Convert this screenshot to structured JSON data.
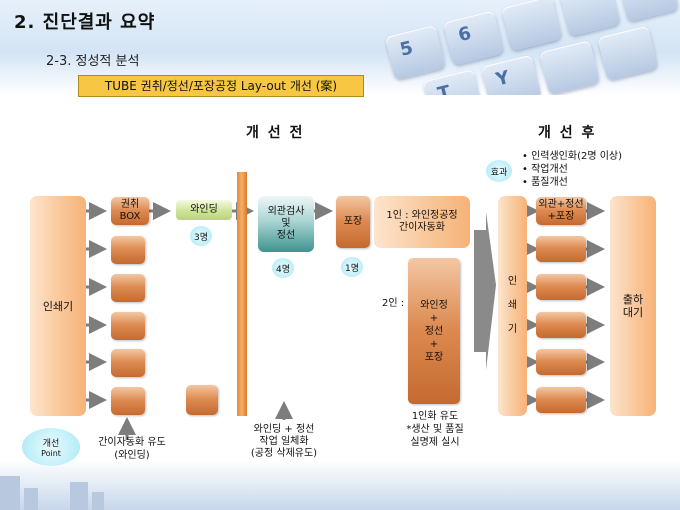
{
  "header": {
    "title": "2. 진단결과 요약",
    "subtitle": "2-3. 정성적 분석",
    "banner": "TUBE 권취/정선/포장공정 Lay-out 개선 (案)"
  },
  "before": {
    "heading": "개 선 전",
    "source": "인쇄기",
    "winding_box": "권취\nBOX",
    "winding": "와인딩",
    "winding_staff": "3명",
    "inspection": "외관검사\n및\n정선",
    "inspection_staff": "4명",
    "packing": "포장",
    "packing_staff": "1명",
    "merge_note": "와인딩 + 정선\n작업 일체화\n(공정 삭제유도)"
  },
  "improvement": {
    "point_badge_line1": "개선",
    "point_badge_line2": "Point",
    "point_text": "간이자동화 유도\n(와인딩)",
    "one_person": "1인 : 와인정공정\n간이자동화",
    "two_person_label": "2인 :",
    "two_person_box": "와인정\n+\n정선\n+\n포장",
    "unmanned_note": "1인화 유도\n*생산 및 품질\n실명제 실시"
  },
  "after": {
    "heading": "개 선 후",
    "effect_badge": "효과",
    "effects": [
      "• 인력생인화(2명 이상)",
      "• 작업개선",
      "• 품질개선"
    ],
    "machine": "인\n\n쇄\n\n기",
    "combined": "외관+정선\n+포장",
    "shipping": "출하\n대기"
  },
  "colors": {
    "banner_fill": "#f7c744",
    "process_brown": "#dd8a50",
    "peach": "#f9c79a",
    "green": "#cfe39a",
    "teal": "#3f938f",
    "badge_cyan": "#bdeef8",
    "divider_bar": "#e88a3a",
    "arrow_gray": "#7d7d7d"
  }
}
